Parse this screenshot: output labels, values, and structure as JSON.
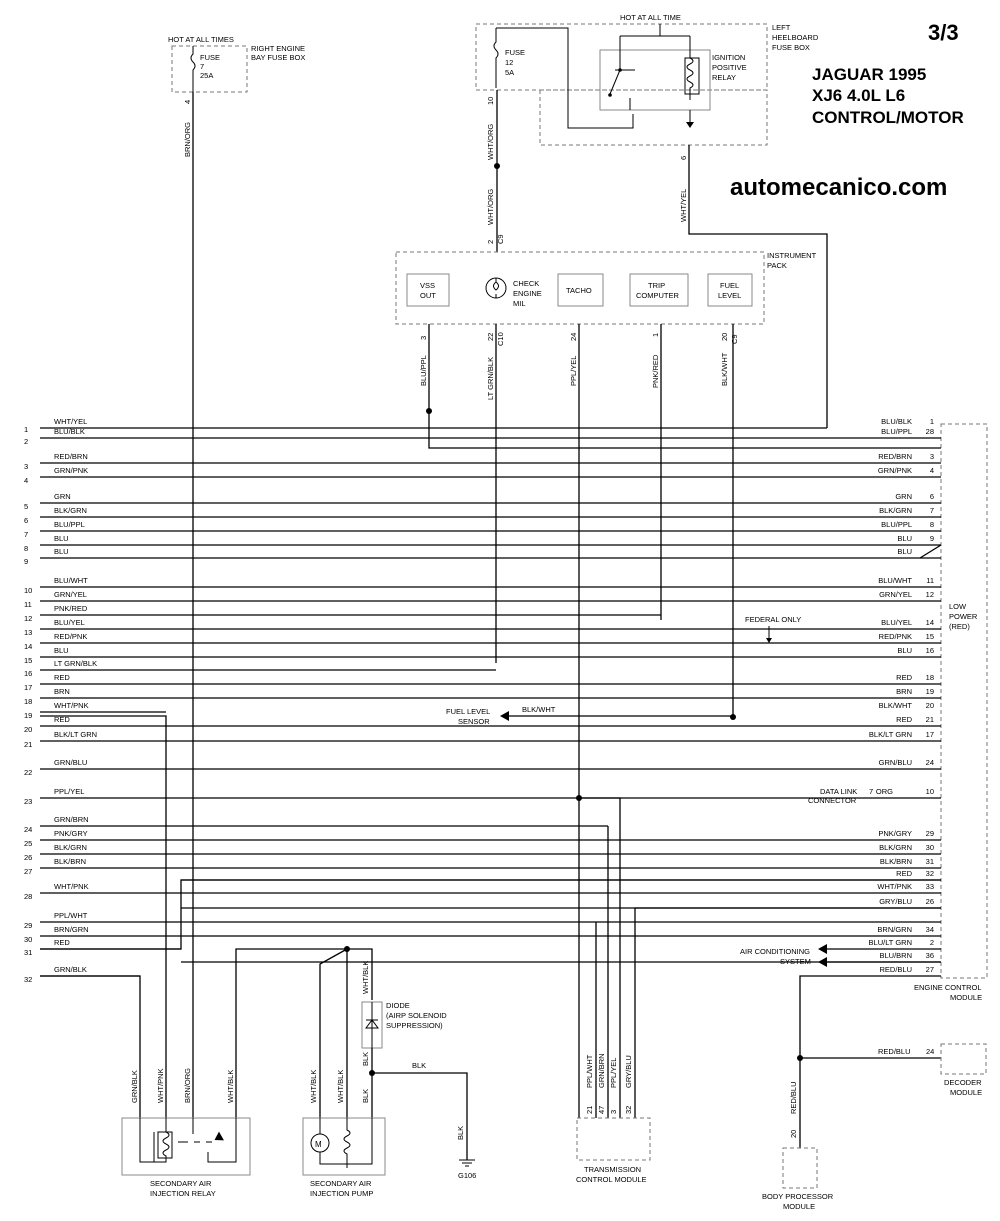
{
  "header": {
    "page": "3/3",
    "title_lines": [
      "JAGUAR 1995",
      "XJ6  4.0L  L6",
      "CONTROL/MOTOR"
    ],
    "website": "automecanico.com"
  },
  "fuse7": {
    "hot": "HOT AT ALL TIMES",
    "label": "FUSE",
    "num": "7",
    "amp": "25A",
    "box": [
      "RIGHT ENGINE",
      "BAY FUSE BOX"
    ],
    "pin": "4",
    "wire": "BRN/ORG"
  },
  "fusebox_left": {
    "hot": "HOT AT ALL TIME",
    "label": "FUSE",
    "num": "12",
    "amp": "5A",
    "pin": "10",
    "box": [
      "LEFT",
      "HEELBOARD",
      "FUSE BOX"
    ],
    "relay": [
      "IGNITION",
      "POSITIVE",
      "RELAY"
    ],
    "relay_pin": "6",
    "wire_relay": "WHT/YEL",
    "wire_fuse": "WHT/ORG",
    "wire_fuse2": "WHT/ORG"
  },
  "instrument_pack": {
    "title": [
      "INSTRUMENT",
      "PACK"
    ],
    "conn_top": "C9",
    "pin_top": "2",
    "items": [
      {
        "lines": [
          "VSS",
          "OUT"
        ],
        "pin": "3",
        "conn": "",
        "wire": "BLU/PPL"
      },
      {
        "lines": [
          "CHECK",
          "ENGINE",
          "MIL"
        ],
        "pin": "22",
        "conn": "C10",
        "wire": "LT GRN/BLK"
      },
      {
        "lines": [
          "TACHO"
        ],
        "pin": "24",
        "conn": "",
        "wire": "PPL/YEL"
      },
      {
        "lines": [
          "TRIP",
          "COMPUTER"
        ],
        "pin": "1",
        "conn": "",
        "wire": "PNK/RED"
      },
      {
        "lines": [
          "FUEL",
          "LEVEL"
        ],
        "pin": "20",
        "conn": "C9",
        "wire": "BLK/WHT"
      }
    ]
  },
  "rows": [
    {
      "left_num": "1",
      "left": "WHT/YEL",
      "right": "BLU/BLK",
      "pin": "1"
    },
    {
      "left_num": "2",
      "left": "BLU/BLK",
      "right": "BLU/PPL",
      "pin": "28"
    },
    {
      "left_num": "3",
      "left": "RED/BRN",
      "right": "RED/BRN",
      "pin": "3"
    },
    {
      "left_num": "4",
      "left": "GRN/PNK",
      "right": "GRN/PNK",
      "pin": "4"
    },
    {
      "left_num": "5",
      "left": "GRN",
      "right": "GRN",
      "pin": "6"
    },
    {
      "left_num": "6",
      "left": "BLK/GRN",
      "right": "BLK/GRN",
      "pin": "7"
    },
    {
      "left_num": "7",
      "left": "BLU/PPL",
      "right": "BLU/PPL",
      "pin": "8"
    },
    {
      "left_num": "8",
      "left": "BLU",
      "right": "BLU",
      "pin": "9"
    },
    {
      "left_num": "9",
      "left": "BLU",
      "right": "BLU",
      "pin": ""
    },
    {
      "left_num": "10",
      "left": "BLU/WHT",
      "right": "BLU/WHT",
      "pin": "11"
    },
    {
      "left_num": "11",
      "left": "GRN/YEL",
      "right": "GRN/YEL",
      "pin": "12"
    },
    {
      "left_num": "12",
      "left": "PNK/RED",
      "right": "",
      "pin": ""
    },
    {
      "left_num": "13",
      "left": "BLU/YEL",
      "right": "BLU/YEL",
      "pin": "14"
    },
    {
      "left_num": "14",
      "left": "RED/PNK",
      "right": "RED/PNK",
      "pin": "15"
    },
    {
      "left_num": "15",
      "left": "BLU",
      "right": "BLU",
      "pin": "16"
    },
    {
      "left_num": "16",
      "left": "LT GRN/BLK",
      "right": "",
      "pin": ""
    },
    {
      "left_num": "17",
      "left": "RED",
      "right": "RED",
      "pin": "18"
    },
    {
      "left_num": "18",
      "left": "BRN",
      "right": "BRN",
      "pin": "19"
    },
    {
      "left_num": "19",
      "left": "WHT/PNK",
      "right": "BLK/WHT",
      "pin": "20"
    },
    {
      "left_num": "20",
      "left": "RED",
      "right": "RED",
      "pin": "21"
    },
    {
      "left_num": "21",
      "left": "BLK/LT GRN",
      "right": "BLK/LT GRN",
      "pin": "17"
    },
    {
      "left_num": "22",
      "left": "GRN/BLU",
      "right": "GRN/BLU",
      "pin": "24"
    },
    {
      "left_num": "23",
      "left": "PPL/YEL",
      "right": "ORG",
      "pin": "10"
    },
    {
      "left_num": "24",
      "left": "GRN/BRN",
      "right": "",
      "pin": ""
    },
    {
      "left_num": "25",
      "left": "PNK/GRY",
      "right": "PNK/GRY",
      "pin": "29"
    },
    {
      "left_num": "26",
      "left": "BLK/GRN",
      "right": "BLK/GRN",
      "pin": "30"
    },
    {
      "left_num": "27",
      "left": "BLK/BRN",
      "right": "BLK/BRN",
      "pin": "31"
    },
    {
      "left_num": "",
      "left": "",
      "right": "RED",
      "pin": "32"
    },
    {
      "left_num": "28",
      "left": "WHT/PNK",
      "right": "WHT/PNK",
      "pin": "33"
    },
    {
      "left_num": "",
      "left": "",
      "right": "GRY/BLU",
      "pin": "26"
    },
    {
      "left_num": "29",
      "left": "PPL/WHT",
      "right": "",
      "pin": ""
    },
    {
      "left_num": "30",
      "left": "BRN/GRN",
      "right": "BRN/GRN",
      "pin": "34"
    },
    {
      "left_num": "31",
      "left": "RED",
      "right": "BLU/LT GRN",
      "pin": "2"
    },
    {
      "left_num": "",
      "left": "",
      "right": "BLU/BRN",
      "pin": "36"
    },
    {
      "left_num": "32",
      "left": "GRN/BLK",
      "right": "RED/BLU",
      "pin": "27"
    }
  ],
  "ecm": {
    "low_power": [
      "LOW",
      "POWER",
      "(RED)"
    ],
    "label": [
      "ENGINE CONTROL",
      "MODULE"
    ]
  },
  "federal": "FEDERAL ONLY",
  "fuel_sensor": {
    "lines": [
      "FUEL LEVEL",
      "SENSOR"
    ],
    "wire": "BLK/WHT"
  },
  "dlc": {
    "lines": [
      "DATA LINK",
      "CONNECTOR"
    ],
    "pin": "7"
  },
  "ac": {
    "lines": [
      "AIR CONDITIONING",
      "SYSTEM"
    ]
  },
  "decoder": {
    "lines": [
      "DECODER",
      "MODULE"
    ],
    "wire": "RED/BLU",
    "pin": "24"
  },
  "body": {
    "lines": [
      "BODY PROCESSOR",
      "MODULE"
    ],
    "wire": "RED/BLU",
    "pin": "20"
  },
  "diode": {
    "lines": [
      "DIODE",
      "(AIRP SOLENOID",
      "SUPPRESSION)"
    ],
    "wire": "WHT/BLK",
    "wire2": "BLK"
  },
  "ground": {
    "label": "G106",
    "wire": "BLK",
    "wire_h": "BLK"
  },
  "relay_sai": {
    "lines": [
      "SECONDARY AIR",
      "INJECTION RELAY"
    ],
    "wires": [
      "GRN/BLK",
      "WHT/PNK",
      "BRN/ORG",
      "WHT/BLK"
    ]
  },
  "pump_sai": {
    "lines": [
      "SECONDARY AIR",
      "INJECTION PUMP"
    ],
    "wires": [
      "WHT/BLK",
      "WHT/BLK",
      "BLK"
    ],
    "motor": "M"
  },
  "tcm": {
    "lines": [
      "TRANSMISSION",
      "CONTROL MODULE"
    ],
    "pins": [
      "21",
      "47",
      "3",
      "32"
    ],
    "wires": [
      "PPL/WHT",
      "GRN/BRN",
      "PPL/YEL",
      "GRY/BLU"
    ]
  }
}
